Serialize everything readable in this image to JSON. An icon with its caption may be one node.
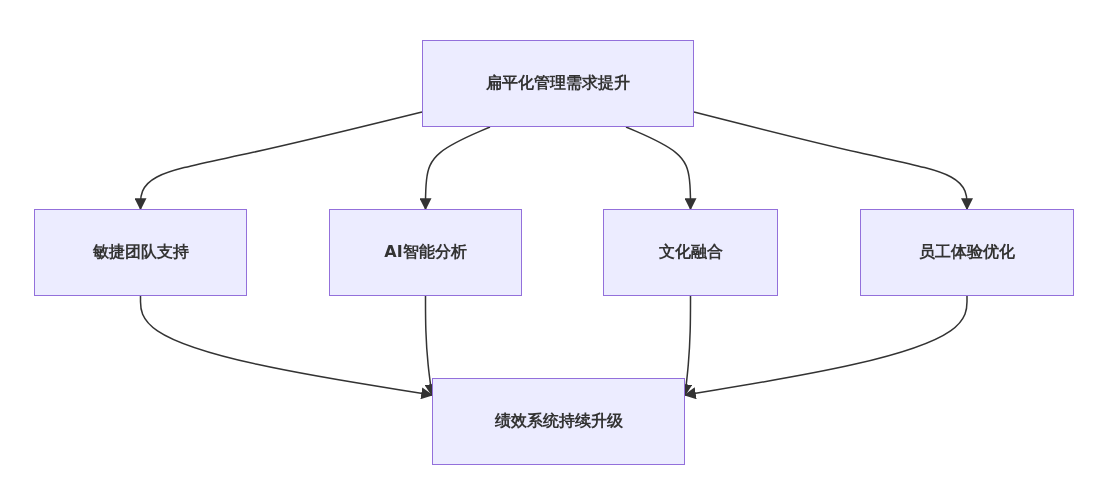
{
  "diagram": {
    "nodes": [
      {
        "text": [
          "扁平化管理需求提升"
        ]
      },
      {
        "text": [
          "敏捷团队支持"
        ]
      },
      {
        "text": [
          "AI智能分析"
        ]
      },
      {
        "text": [
          "文化融合"
        ]
      },
      {
        "text": [
          "员工体验优化"
        ]
      },
      {
        "text": [
          "绩效系统持续升级"
        ]
      }
    ],
    "edges": [
      {
        "from": 0,
        "to": 1,
        "arrow": "to"
      },
      {
        "from": 0,
        "to": 2,
        "arrow": "to"
      },
      {
        "from": 0,
        "to": 3,
        "arrow": "to"
      },
      {
        "from": 0,
        "to": 4,
        "arrow": "to"
      },
      {
        "from": 1,
        "to": 5,
        "arrow": "to"
      },
      {
        "from": 2,
        "to": 5,
        "arrow": "to"
      },
      {
        "from": 3,
        "to": 5,
        "arrow": "to"
      },
      {
        "from": 4,
        "to": 5,
        "arrow": "to"
      }
    ]
  }
}
